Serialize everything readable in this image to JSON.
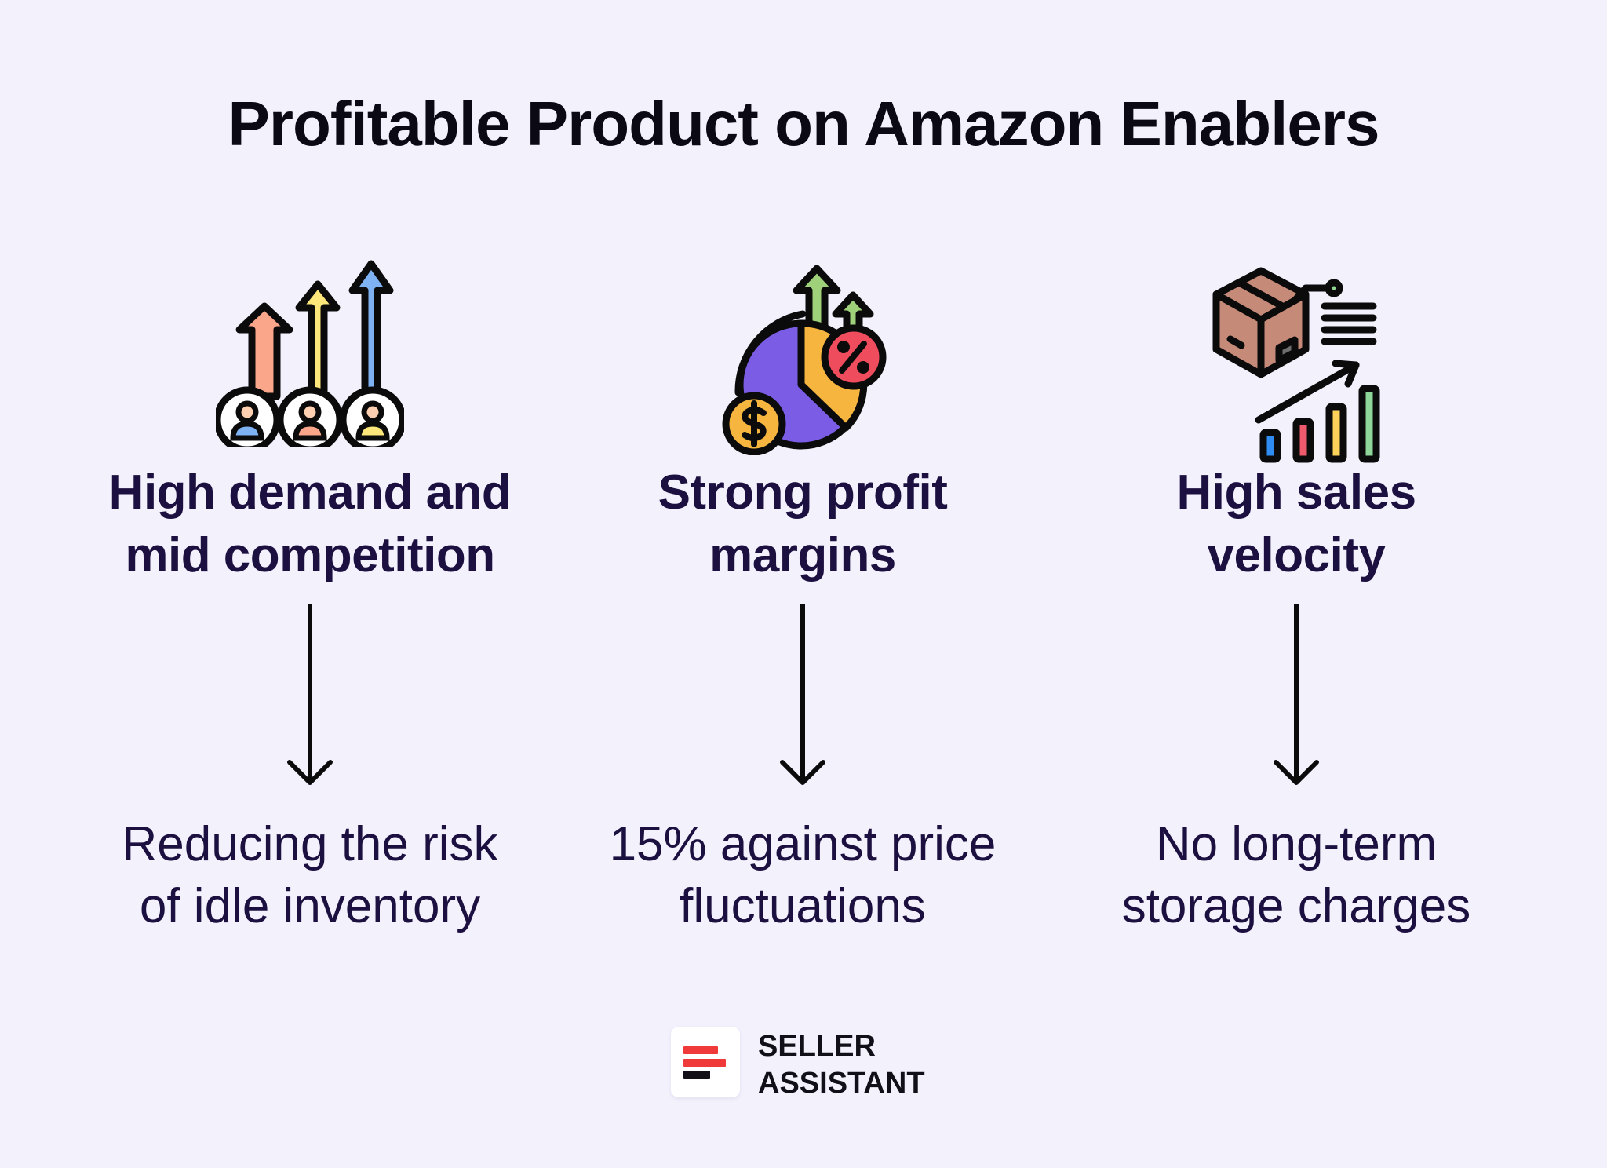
{
  "page": {
    "title": "Profitable Product on Amazon Enablers",
    "background_color": "#f3f1fc",
    "text_color": "#1c1040"
  },
  "columns": [
    {
      "icon": "demand-arrows-people-icon",
      "heading_line1": "High demand and",
      "heading_line2": "mid competition",
      "desc_line1": "Reducing the risk",
      "desc_line2": "of idle inventory"
    },
    {
      "icon": "profit-pie-chart-icon",
      "heading_line1": "Strong profit",
      "heading_line2": "margins",
      "desc_line1": "15% against price",
      "desc_line2": "fluctuations"
    },
    {
      "icon": "box-sales-growth-icon",
      "heading_line1": "High sales",
      "heading_line2": "velocity",
      "desc_line1": "No long-term",
      "desc_line2": "storage charges"
    }
  ],
  "logo": {
    "line1": "SELLER",
    "line2": "ASSISTANT",
    "bar_colors": [
      "#f03a3a",
      "#f03a3a",
      "#141018"
    ]
  }
}
